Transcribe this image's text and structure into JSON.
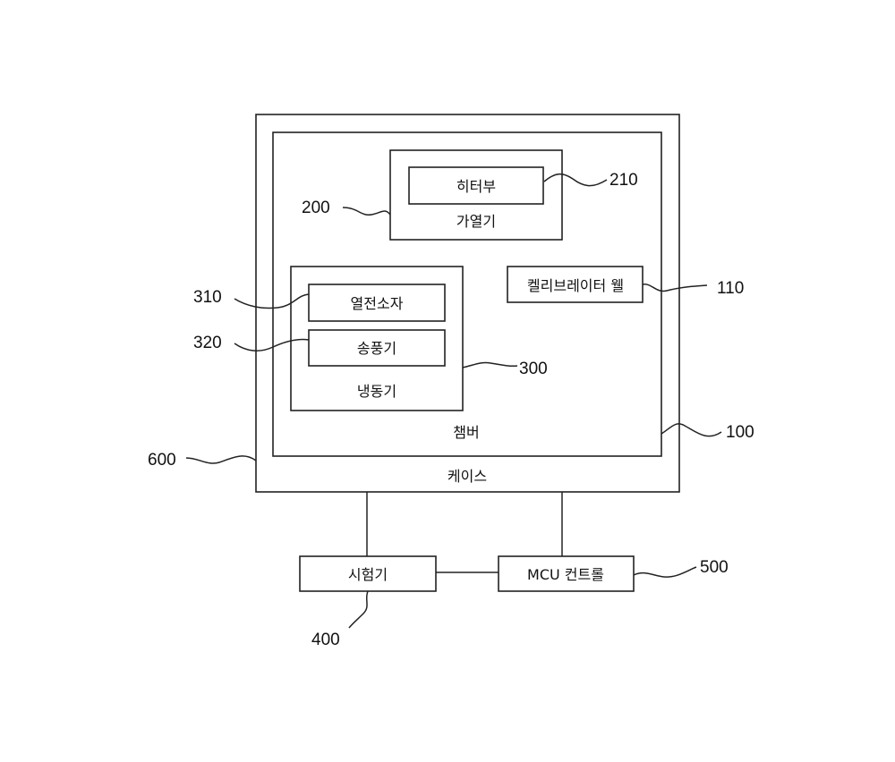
{
  "blocks": {
    "case": "케이스",
    "chamber": "챔버",
    "heater": "가열기",
    "heater_part": "히터부",
    "calibrator_well": "켈리브레이터 웰",
    "cooler": "냉동기",
    "thermoelectric": "열전소자",
    "blower": "송풍기",
    "tester": "시험기",
    "mcu": "MCU 컨트롤"
  },
  "refs": {
    "r100": "100",
    "r110": "110",
    "r200": "200",
    "r210": "210",
    "r300": "300",
    "r310": "310",
    "r320": "320",
    "r400": "400",
    "r500": "500",
    "r600": "600"
  }
}
